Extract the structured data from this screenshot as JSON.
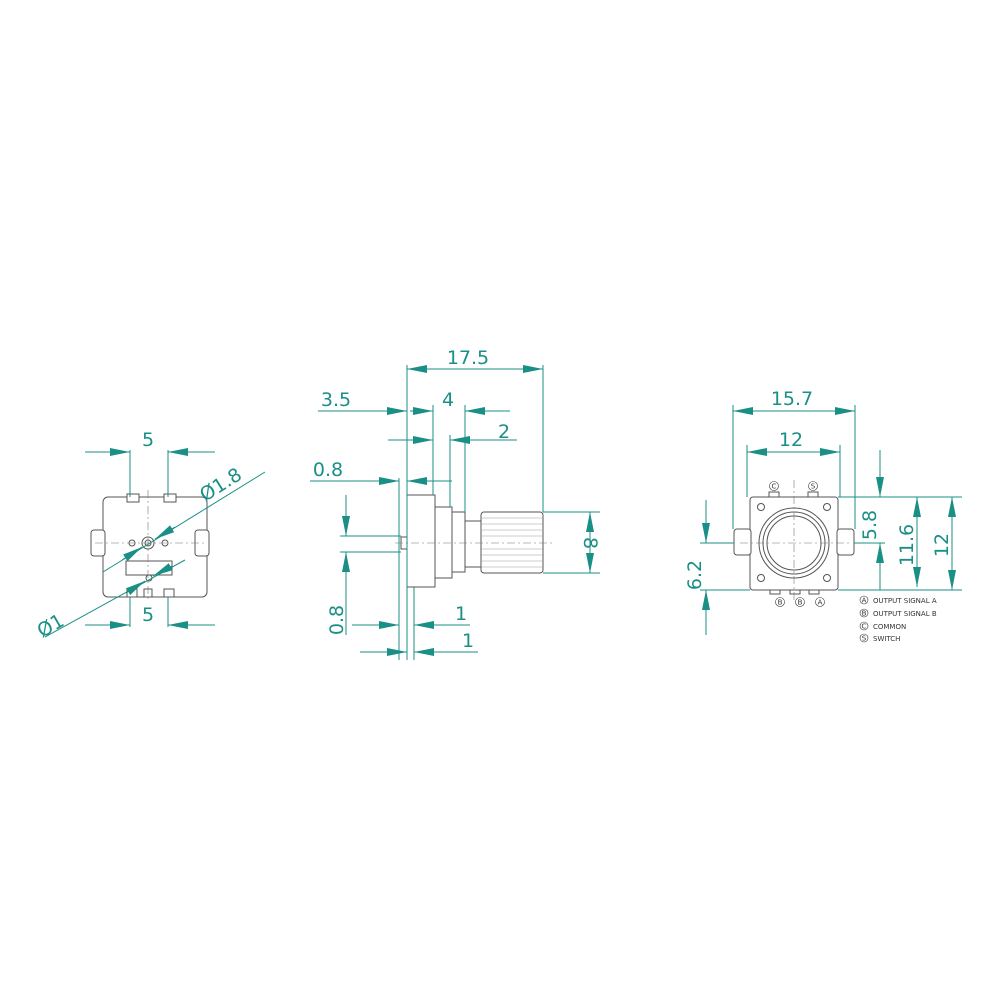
{
  "color_dimension": "#1a8f86",
  "front_view": {
    "width_top": "5",
    "width_bottom": "5",
    "diameter_large": "Ø1.8",
    "diameter_small": "Ø1"
  },
  "side_view": {
    "total_length": "17.5",
    "bushing_offset": "3.5",
    "body_depth": "4",
    "flange": "2",
    "pin_offset": "0.8",
    "shaft_diameter": "8",
    "pin_height": "0.8",
    "pin_width_1": "1",
    "pin_width_2": "1"
  },
  "rear_view": {
    "overall_width": "15.7",
    "body_width": "12",
    "pin_height": "5.8",
    "body_height_inner": "11.6",
    "body_height": "12",
    "center_height": "6.2",
    "pin_labels_top": [
      "C",
      "S"
    ],
    "pin_labels_bottom": [
      "B",
      "B",
      "A"
    ]
  },
  "legend": [
    {
      "key": "A",
      "label": "OUTPUT SIGNAL A"
    },
    {
      "key": "B",
      "label": "OUTPUT SIGNAL B"
    },
    {
      "key": "C",
      "label": "COMMON"
    },
    {
      "key": "S",
      "label": "SWITCH"
    }
  ]
}
